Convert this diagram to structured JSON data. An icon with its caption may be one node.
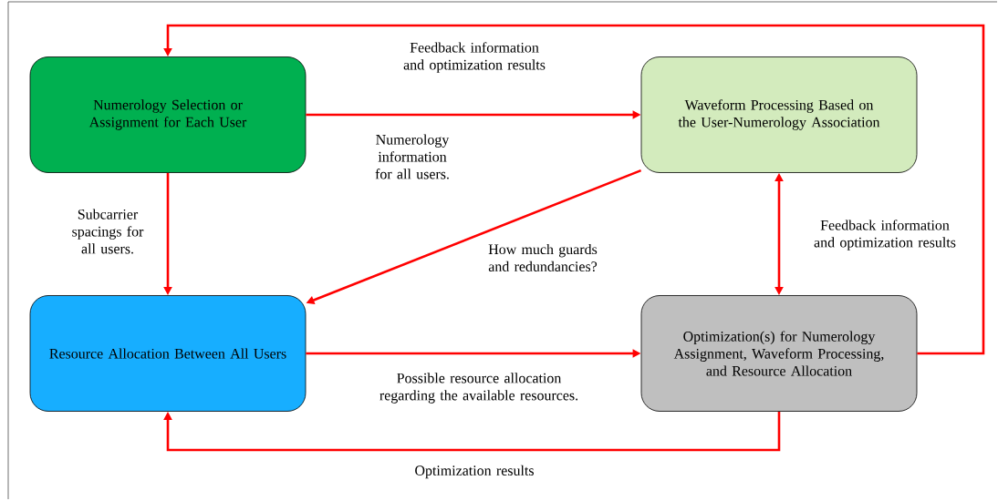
{
  "diagram": {
    "nodes": [
      {
        "text": [
          "Numerology Selection or Assignment for Each User"
        ]
      },
      {
        "text": [
          "Waveform Processing Based on the User-Numerology Association"
        ]
      },
      {
        "text": [
          "Resource Allocation Between All Users"
        ]
      },
      {
        "text": [
          "Optimization(s) for Numerology Assignment, Waveform Processing, and Resource Allocation"
        ]
      }
    ],
    "edges": [
      {
        "from": 0,
        "to": 1,
        "arrow": "to",
        "label": "Numerology information for all users."
      },
      {
        "from": 0,
        "to": 2,
        "arrow": "to",
        "label": "Subcarrier spacings for all users."
      },
      {
        "from": 1,
        "to": 2,
        "arrow": "to",
        "label": "How much guards and redundancies?"
      },
      {
        "from": 1,
        "to": 3,
        "arrow": "both",
        "label": "Feedback information and optimization results"
      },
      {
        "from": 2,
        "to": 3,
        "arrow": "to",
        "label": "Possible resource allocation regarding the available resources."
      },
      {
        "from": 3,
        "to": 2,
        "arrow": "to",
        "label": "Optimization results"
      },
      {
        "from": 3,
        "to": 0,
        "arrow": "to",
        "label": "Feedback information and optimization results"
      }
    ]
  }
}
